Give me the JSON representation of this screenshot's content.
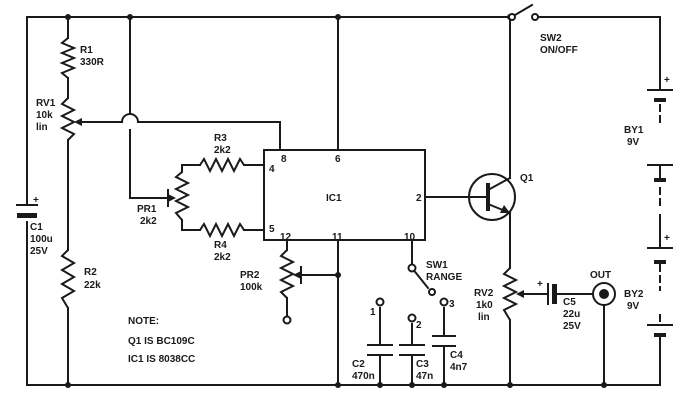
{
  "components": {
    "r1": {
      "ref": "R1",
      "value": "330R"
    },
    "rv1": {
      "ref": "RV1",
      "value": "10k",
      "law": "lin"
    },
    "r2": {
      "ref": "R2",
      "value": "22k"
    },
    "c1": {
      "ref": "C1",
      "value": "100u",
      "voltage": "25V"
    },
    "r3": {
      "ref": "R3",
      "value": "2k2"
    },
    "r4": {
      "ref": "R4",
      "value": "2k2"
    },
    "pr1": {
      "ref": "PR1",
      "value": "2k2"
    },
    "pr2": {
      "ref": "PR2",
      "value": "100k"
    },
    "ic1": {
      "ref": "IC1"
    },
    "q1": {
      "ref": "Q1"
    },
    "sw1": {
      "ref": "SW1",
      "function": "RANGE"
    },
    "sw2": {
      "ref": "SW2",
      "function": "ON/OFF"
    },
    "c2": {
      "ref": "C2",
      "value": "470n"
    },
    "c3": {
      "ref": "C3",
      "value": "47n"
    },
    "c4": {
      "ref": "C4",
      "value": "4n7"
    },
    "rv2": {
      "ref": "RV2",
      "value": "1k0",
      "law": "lin"
    },
    "c5": {
      "ref": "C5",
      "value": "22u",
      "voltage": "25V"
    },
    "by1": {
      "ref": "BY1",
      "voltage": "9V"
    },
    "by2": {
      "ref": "BY2",
      "voltage": "9V"
    },
    "out": {
      "label": "OUT"
    }
  },
  "ic_pins": {
    "p4": "4",
    "p5": "5",
    "p6": "6",
    "p8": "8",
    "p2": "2",
    "p12": "12",
    "p11": "11",
    "p10": "10"
  },
  "switch_positions": {
    "pos1": "1",
    "pos2": "2",
    "pos3": "3"
  },
  "polarity": {
    "plus": "+"
  },
  "note": {
    "title": "NOTE:",
    "line1": "Q1 IS BC109C",
    "line2": "IC1 IS 8038CC"
  },
  "colors": {
    "ink": "#1a1a1a",
    "paper": "#ffffff"
  }
}
